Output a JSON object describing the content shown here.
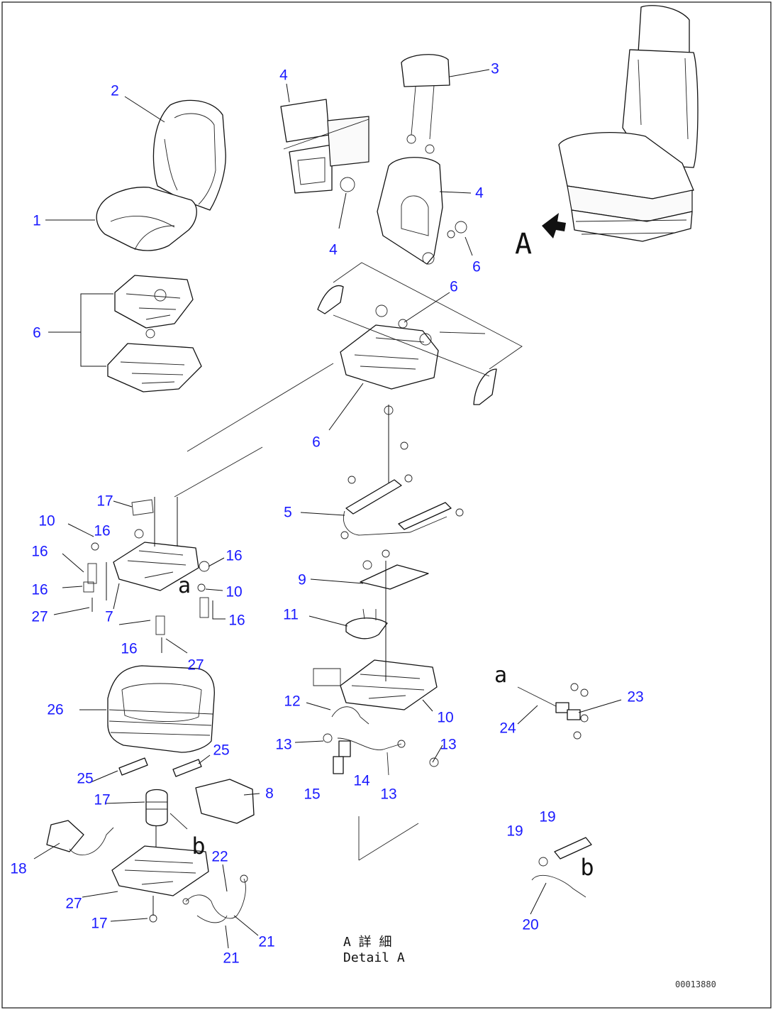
{
  "callouts": [
    {
      "id": "c1",
      "text": "1"
    },
    {
      "id": "c2",
      "text": "2"
    },
    {
      "id": "c3",
      "text": "3"
    },
    {
      "id": "c4a",
      "text": "4"
    },
    {
      "id": "c4b",
      "text": "4"
    },
    {
      "id": "c4c",
      "text": "4"
    },
    {
      "id": "c5",
      "text": "5"
    },
    {
      "id": "c6a",
      "text": "6"
    },
    {
      "id": "c6b",
      "text": "6"
    },
    {
      "id": "c6c",
      "text": "6"
    },
    {
      "id": "c6d",
      "text": "6"
    },
    {
      "id": "c7",
      "text": "7"
    },
    {
      "id": "c8",
      "text": "8"
    },
    {
      "id": "c9",
      "text": "9"
    },
    {
      "id": "c10a",
      "text": "10"
    },
    {
      "id": "c10b",
      "text": "10"
    },
    {
      "id": "c10c",
      "text": "10"
    },
    {
      "id": "c11",
      "text": "11"
    },
    {
      "id": "c12",
      "text": "12"
    },
    {
      "id": "c13a",
      "text": "13"
    },
    {
      "id": "c13b",
      "text": "13"
    },
    {
      "id": "c13c",
      "text": "13"
    },
    {
      "id": "c14",
      "text": "14"
    },
    {
      "id": "c15",
      "text": "15"
    },
    {
      "id": "c16a",
      "text": "16"
    },
    {
      "id": "c16b",
      "text": "16"
    },
    {
      "id": "c16c",
      "text": "16"
    },
    {
      "id": "c16d",
      "text": "16"
    },
    {
      "id": "c16e",
      "text": "16"
    },
    {
      "id": "c16f",
      "text": "16"
    },
    {
      "id": "c17a",
      "text": "17"
    },
    {
      "id": "c17b",
      "text": "17"
    },
    {
      "id": "c17c",
      "text": "17"
    },
    {
      "id": "c18",
      "text": "18"
    },
    {
      "id": "c19a",
      "text": "19"
    },
    {
      "id": "c19b",
      "text": "19"
    },
    {
      "id": "c20",
      "text": "20"
    },
    {
      "id": "c21a",
      "text": "21"
    },
    {
      "id": "c21b",
      "text": "21"
    },
    {
      "id": "c22",
      "text": "22"
    },
    {
      "id": "c23",
      "text": "23"
    },
    {
      "id": "c24",
      "text": "24"
    },
    {
      "id": "c25a",
      "text": "25"
    },
    {
      "id": "c25b",
      "text": "25"
    },
    {
      "id": "c26",
      "text": "26"
    },
    {
      "id": "c27a",
      "text": "27"
    },
    {
      "id": "c27b",
      "text": "27"
    },
    {
      "id": "c27c",
      "text": "27"
    }
  ],
  "refs": {
    "view_arrow": "A",
    "a_seat": "a",
    "a_harness": "a",
    "b_switch": "b",
    "b_harness": "b"
  },
  "detail_note": {
    "jp": "A 詳 細",
    "en": "Detail A"
  },
  "drawing_code": "00013880"
}
